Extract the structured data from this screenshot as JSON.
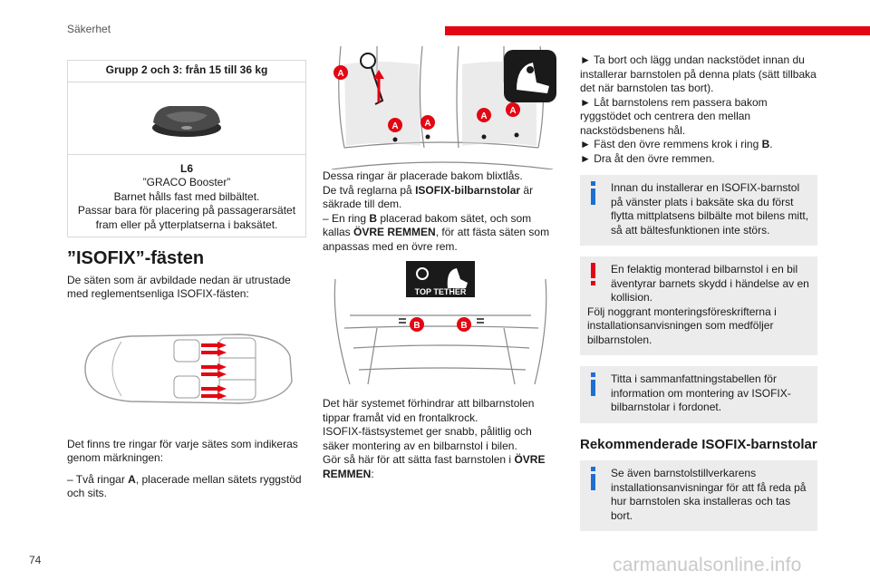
{
  "header": {
    "section": "Säkerhet",
    "accent": "#e30613"
  },
  "page_number": "74",
  "watermark": "carmanualsonline.info",
  "col1": {
    "table": {
      "heading": "Grupp 2 och 3: från 15 till 36 kg",
      "code": "L6",
      "name": "”GRACO Booster”",
      "line1": "Barnet hålls fast med bilbältet.",
      "line2": "Passar bara för placering på passagerarsätet fram eller på ytterplatserna i baksätet."
    },
    "isofix_title": "”ISOFIX”-fästen",
    "p1": "De säten som är avbildade nedan är utrustade med reglementsenliga ISOFIX-fästen:",
    "p2": "Det finns tre ringar för varje sätes som indikeras genom märkningen:",
    "p3_pre": "–  Två ringar ",
    "p3_bold": "A",
    "p3_post": ", placerade mellan sätets ryggstöd och sits."
  },
  "col2": {
    "fig_labels": {
      "a": "A"
    },
    "p1": "Dessa ringar är placerade bakom blixtlås.",
    "p2_pre": "De två reglarna på ",
    "p2_bold": "ISOFIX-bilbarnstolar",
    "p2_post": " är säkrade till dem.",
    "p3_pre": "–  En ring ",
    "p3_bold1": "B",
    "p3_mid": " placerad bakom sätet, och som kallas ",
    "p3_bold2": "ÖVRE REMMEN",
    "p3_post": ", för att fästa säten som anpassas med en övre rem.",
    "boot_label": "TOP TETHER",
    "b_label": "B",
    "p4": "Det här systemet förhindrar att bilbarnstolen tippar framåt vid en frontalkrock.",
    "p5": "ISOFIX-fästsystemet ger snabb, pålitlig och säker montering av en bilbarnstol i bilen.",
    "p6_pre": "Gör så här för att sätta fast barnstolen i ",
    "p6_bold": "ÖVRE REMMEN",
    "p6_post": ":"
  },
  "col3": {
    "step1": "►  Ta bort och lägg undan nackstödet innan du installerar barnstolen på denna plats (sätt tillbaka det när barnstolen tas bort).",
    "step2": "►  Låt barnstolens rem passera bakom ryggstödet och centrera den mellan nackstödsbenens hål.",
    "step3_pre": "►  Fäst den övre remmens krok i ring ",
    "step3_bold": "B",
    "step3_post": ".",
    "step4": "►  Dra åt den övre remmen.",
    "note1": "Innan du installerar en ISOFIX-barnstol på vänster plats i baksäte ska du först flytta mittplatsens bilbälte mot bilens mitt, så att bältesfunktionen inte störs.",
    "warn1": "En felaktig monterad bilbarnstol i en bil äventyrar barnets skydd i händelse av en kollision.",
    "warn2": "Följ noggrant monteringsföreskrifterna i installationsanvisningen som medföljer bilbarnstolen.",
    "note2": "Titta i sammanfattningstabellen för information om montering av ISOFIX-bilbarnstolar i fordonet.",
    "heading": "Rekommenderade ISOFIX-barnstolar",
    "note3": "Se även barnstolstillverkarens installationsanvisningar för att få reda på hur barnstolen ska installeras och tas bort."
  },
  "colors": {
    "info": "#1e6fd1",
    "warning": "#e30613",
    "note_bg": "#ececec"
  }
}
